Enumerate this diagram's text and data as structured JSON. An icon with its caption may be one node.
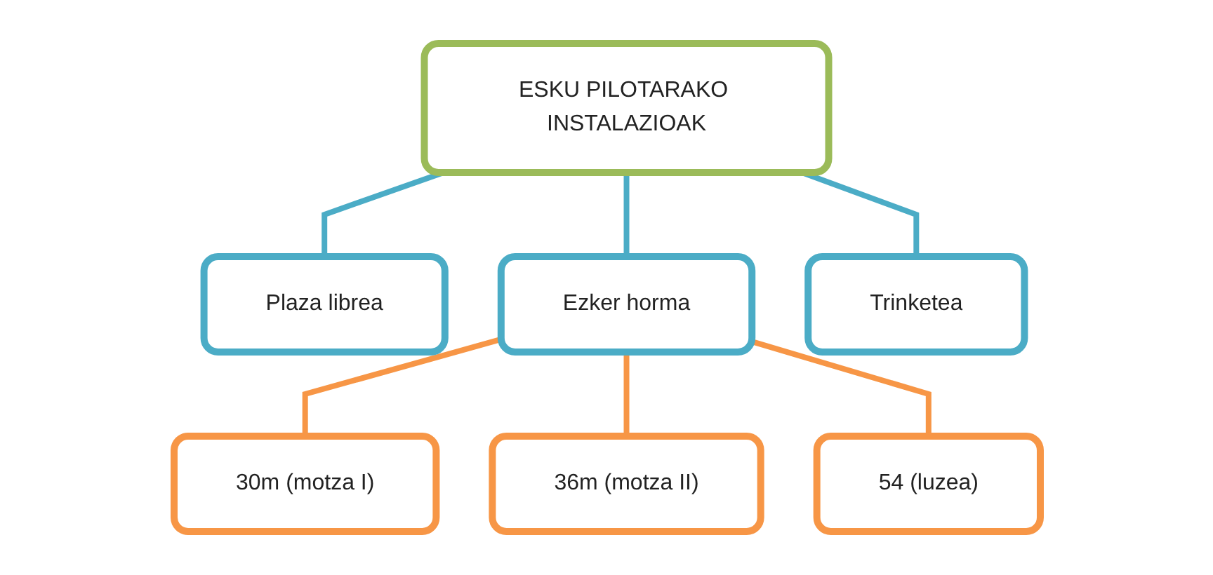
{
  "diagram": {
    "nodes": [
      {
        "text": [
          "ESKU PILOTARAKO INSTALAZIOAK"
        ]
      },
      {
        "text": [
          "Plaza librea"
        ]
      },
      {
        "text": [
          "Ezker horma"
        ]
      },
      {
        "text": [
          "Trinketea"
        ]
      },
      {
        "text": [
          "30m (motza I)"
        ]
      },
      {
        "text": [
          "36m (motza II)"
        ]
      },
      {
        "text": [
          "54 (luzea)"
        ]
      }
    ],
    "edges": [
      {
        "from": 0,
        "to": 1,
        "arrow": "none"
      },
      {
        "from": 0,
        "to": 2,
        "arrow": "none"
      },
      {
        "from": 0,
        "to": 3,
        "arrow": "none"
      },
      {
        "from": 2,
        "to": 4,
        "arrow": "none",
        "color": "#f79646"
      },
      {
        "from": 2,
        "to": 5,
        "arrow": "none",
        "color": "#f79646"
      },
      {
        "from": 2,
        "to": 6,
        "arrow": "none",
        "color": "#f79646"
      }
    ]
  }
}
